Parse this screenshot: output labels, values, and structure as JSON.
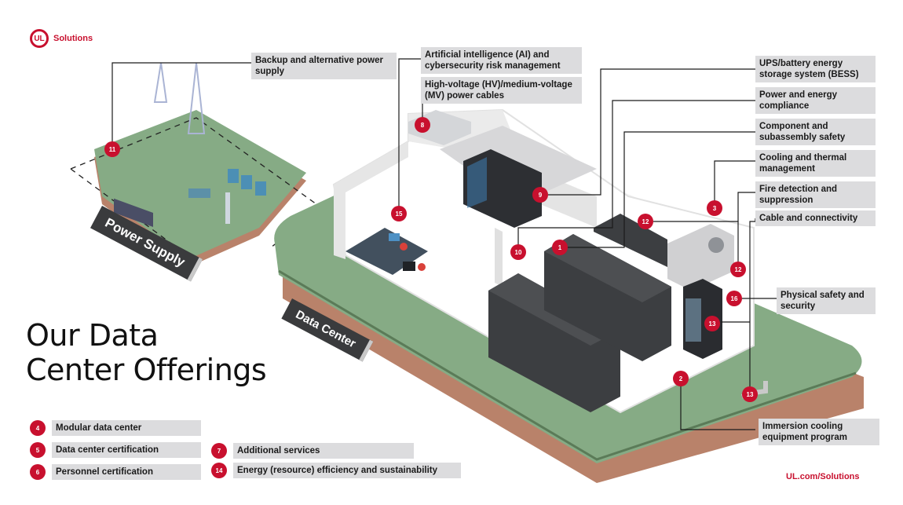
{
  "brand": {
    "logo_mark": "UL",
    "logo_text": "Solutions",
    "url": "UL.com/Solutions",
    "accent_color": "#c8102e"
  },
  "title": {
    "line1": "Our Data",
    "line2": "Center Offerings"
  },
  "signs": {
    "power_supply": "Power Supply",
    "data_center": "Data Center"
  },
  "callouts": [
    {
      "id": "11",
      "label": "Backup and alternative power supply"
    },
    {
      "id": "15",
      "label": "Artificial intelligence (AI) and cybersecurity risk management"
    },
    {
      "id": "8",
      "label": "High-voltage (HV)/medium-voltage (MV) power cables"
    },
    {
      "id": "9",
      "label": "UPS/battery energy storage system (BESS)"
    },
    {
      "id": "10",
      "label": "Power and energy compliance"
    },
    {
      "id": "1",
      "label": "Component and subassembly safety"
    },
    {
      "id": "3",
      "label": "Cooling and thermal management"
    },
    {
      "id": "12",
      "label": "Fire detection and suppression"
    },
    {
      "id": "13",
      "label": "Cable and connectivity"
    },
    {
      "id": "16",
      "label": "Physical safety and security"
    },
    {
      "id": "2",
      "label": "Immersion cooling equipment program"
    }
  ],
  "legend": [
    {
      "id": "4",
      "label": "Modular data center"
    },
    {
      "id": "5",
      "label": "Data center certification"
    },
    {
      "id": "6",
      "label": "Personnel certification"
    },
    {
      "id": "7",
      "label": "Additional services"
    },
    {
      "id": "14",
      "label": "Energy (resource) efficiency and sustainability"
    }
  ],
  "markers": {
    "m11": "11",
    "m15": "15",
    "m8": "8",
    "m9": "9",
    "m10": "10",
    "m1": "1",
    "m3": "3",
    "m12a": "12",
    "m12b": "12",
    "m16": "16",
    "m13a": "13",
    "m13b": "13",
    "m2": "2"
  }
}
